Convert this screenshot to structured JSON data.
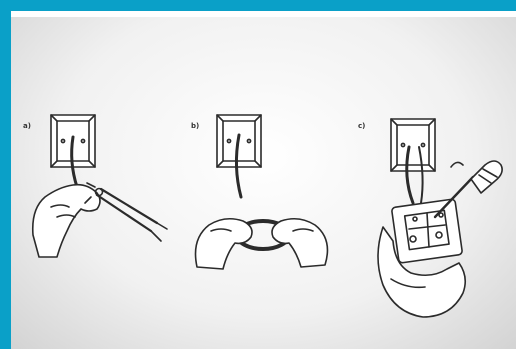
{
  "steps": [
    {
      "label": "a)",
      "icon": "hand-cutting-wire-with-pliers"
    },
    {
      "label": "b)",
      "icon": "hands-forming-wire-loop"
    },
    {
      "label": "c)",
      "icon": "hand-holding-faceplate-with-screwdriver"
    }
  ],
  "colors": {
    "frame": "#0aa0c8",
    "background": "#f2f2f2",
    "ink": "#2b2b2b"
  }
}
